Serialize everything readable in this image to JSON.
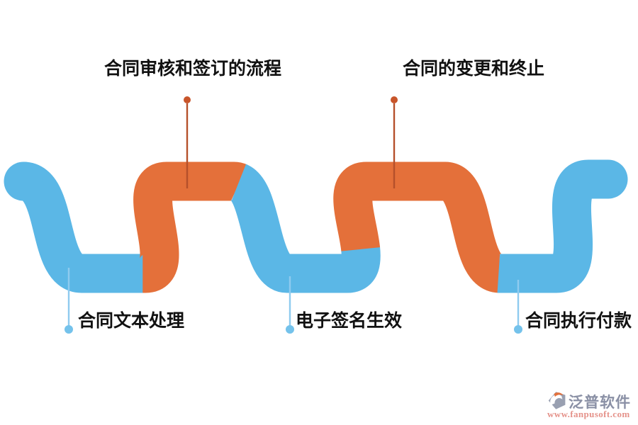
{
  "diagram": {
    "top_nodes": [
      {
        "label": "合同审核和签订的流程"
      },
      {
        "label": "合同的变更和终止"
      }
    ],
    "bottom_nodes": [
      {
        "label": "合同文本处理"
      },
      {
        "label": "电子签名生效"
      },
      {
        "label": "合同执行付款"
      }
    ],
    "colors": {
      "wave_blue": "#5BB7E6",
      "wave_orange": "#E4703A",
      "top_connector_line": "#B5502B",
      "top_connector_dot": "#C8552A",
      "bottom_connector_line": "#8FCBEF",
      "bottom_connector_dot": "#74C2EB",
      "label_text": "#111111"
    }
  },
  "watermark": {
    "brand": "泛普软件",
    "url": "www.fanpusoft.com",
    "colors": {
      "brand_text": "#8A90A5",
      "url_text": "#E5928A",
      "icon_body": "#99A0B1",
      "icon_accent": "#E4713C"
    }
  }
}
